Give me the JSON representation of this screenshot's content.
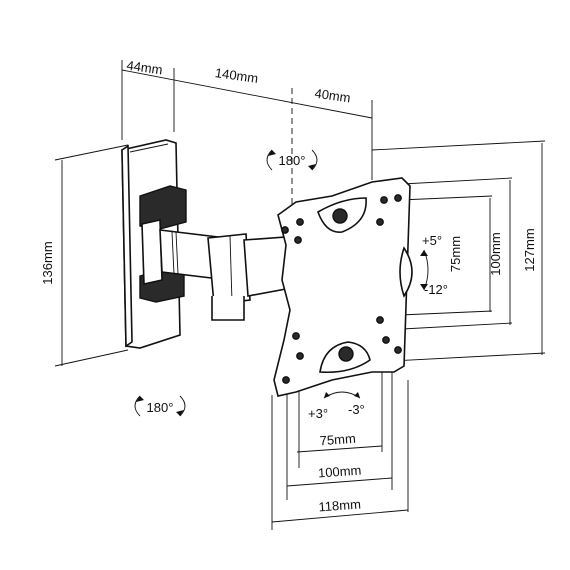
{
  "dimensions": {
    "wall_depth": "44mm",
    "arm_length": "140mm",
    "offset": "40mm",
    "plate_height": "136mm",
    "vesa_v_75": "75mm",
    "vesa_v_100": "100mm",
    "vesa_v_127": "127mm",
    "vesa_h_75": "75mm",
    "vesa_h_100": "100mm",
    "vesa_h_118": "118mm"
  },
  "rotation": {
    "top_swivel": "180°",
    "bottom_swivel": "180°"
  },
  "tilt": {
    "up": "+5°",
    "down": "-12°"
  },
  "level": {
    "plus": "+3°",
    "minus": "-3°"
  }
}
